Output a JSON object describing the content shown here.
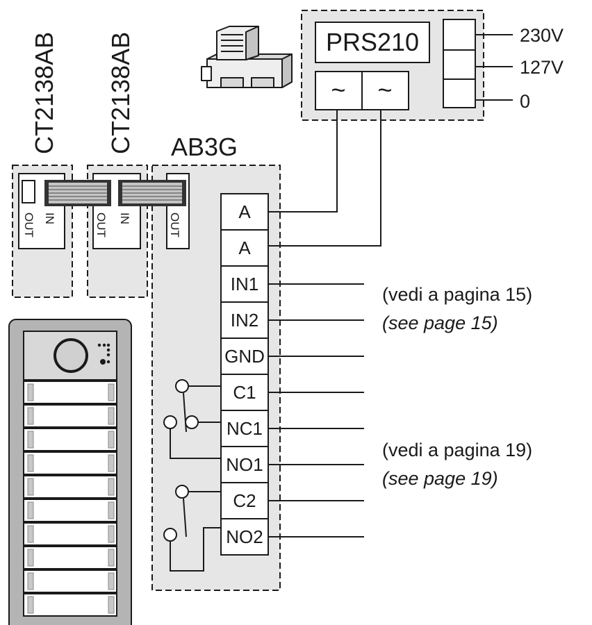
{
  "labels": {
    "prs": "PRS210",
    "ab3g": "AB3G",
    "ct1": "CT2138AB",
    "ct2": "CT2138AB",
    "v230": "230V",
    "v127": "127V",
    "v0": "0",
    "ac_symbol": "~",
    "in": "IN",
    "out": "OUT"
  },
  "terminals": [
    "A",
    "A",
    "IN1",
    "IN2",
    "GND",
    "C1",
    "NC1",
    "NO1",
    "C2",
    "NO2"
  ],
  "notes": {
    "vedi15": "(vedi a pagina 15)",
    "see15": "(see page 15)",
    "vedi19": "(vedi a pagina 19)",
    "see19": "(see page 19)"
  },
  "colors": {
    "line": "#1a1a1a",
    "module_fill": "#e6e6e6",
    "panel_fill": "#b4b4b4",
    "button_fill": "#ffffff"
  },
  "icons": [
    "din-rail-module-icon",
    "camera-lens-icon",
    "speaker-icon"
  ]
}
